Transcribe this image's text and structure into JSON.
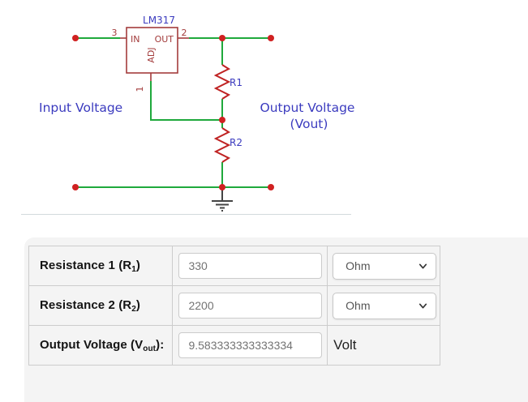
{
  "colors": {
    "wire_green": "#1fa93c",
    "resistor_red": "#bf2222",
    "chip_outline_maroon": "#a33c3c",
    "junction_dot_red": "#d02121",
    "label_blue": "#3b3bbf",
    "ground_gray": "#444444",
    "panel_background": "#f4f4f4",
    "table_border": "#cccccc"
  },
  "circuit": {
    "chip_title": "LM317",
    "pin_in_label": "IN",
    "pin_out_label": "OUT",
    "pin_adj_label": "ADJ",
    "pin3_number": "3",
    "pin2_number": "2",
    "pin1_number": "1",
    "r1_label": "R1",
    "r2_label": "R2",
    "input_voltage_label": "Input Voltage",
    "output_voltage_label_line1": "Output Voltage",
    "output_voltage_label_line2": "(Vout)"
  },
  "calculator": {
    "rows": [
      {
        "label_main": "Resistance 1 (R",
        "label_sub": "1",
        "label_suffix": ")",
        "value": "330",
        "unit": "Ohm"
      },
      {
        "label_main": "Resistance 2 (R",
        "label_sub": "2",
        "label_suffix": ")",
        "value": "2200",
        "unit": "Ohm"
      },
      {
        "label_main": "Output Voltage (V",
        "label_sub": "out",
        "label_suffix": "):",
        "value": "9.583333333333334",
        "unit": "Volt"
      }
    ]
  }
}
